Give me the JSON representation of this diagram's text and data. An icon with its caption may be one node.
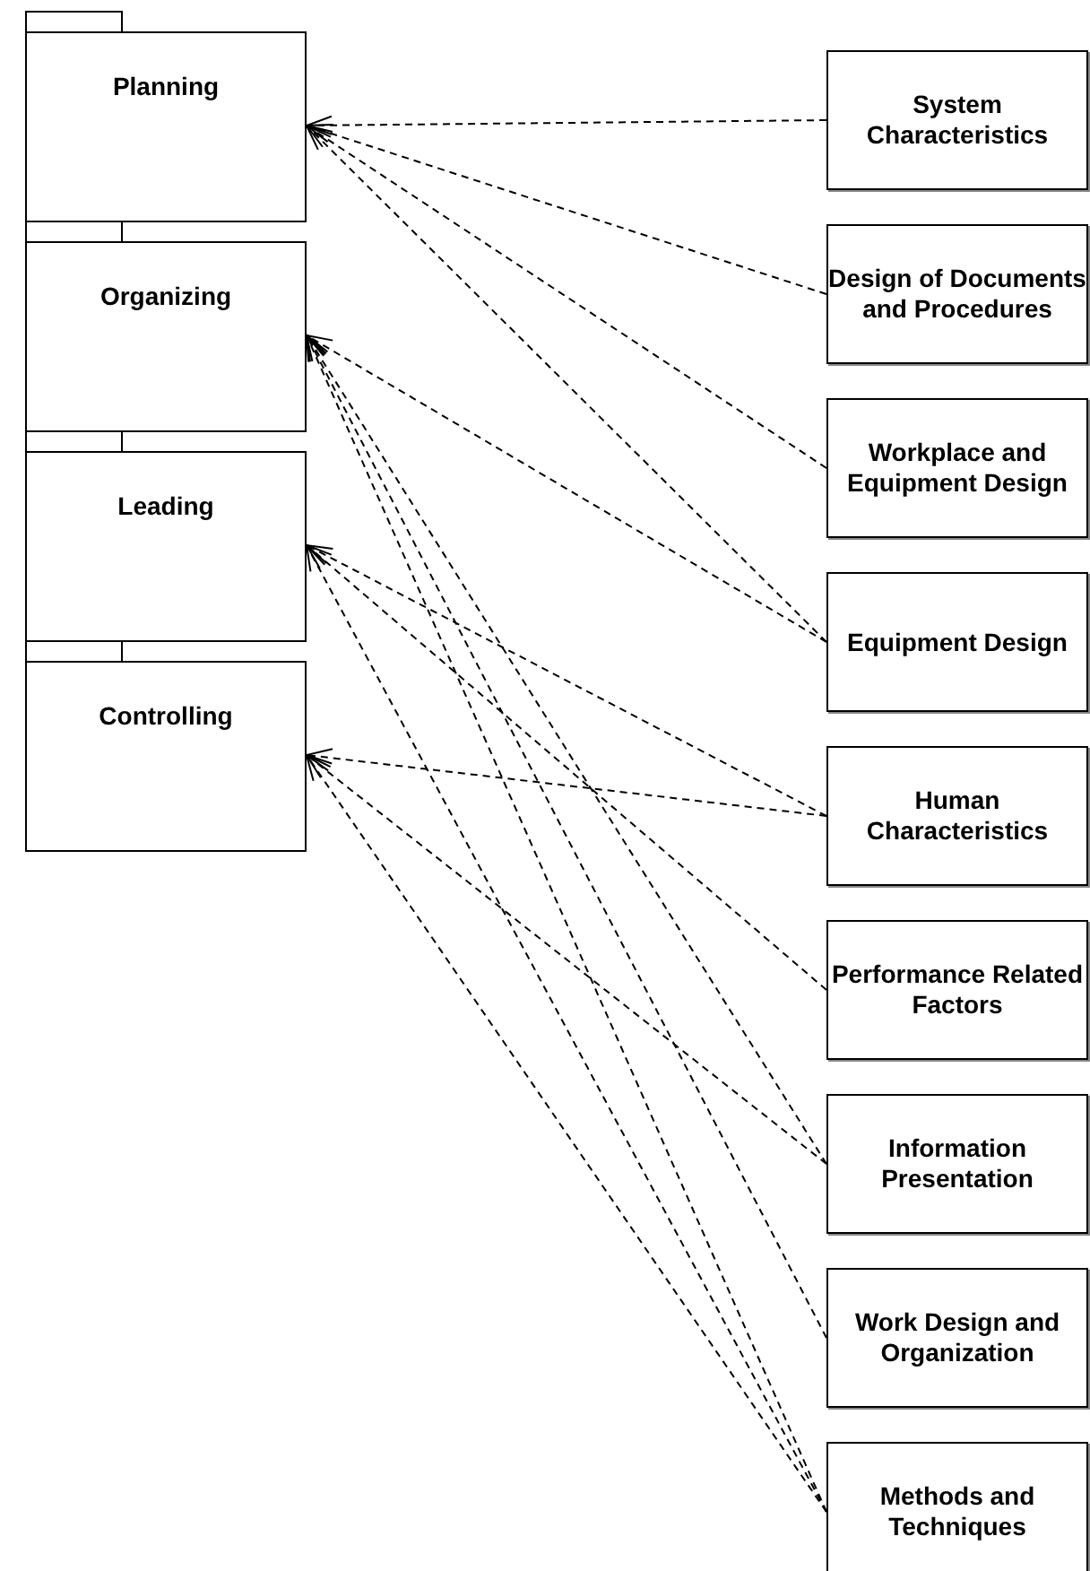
{
  "diagram": {
    "nodes": [
      {
        "text": [
          "Planning"
        ]
      },
      {
        "text": [
          "Organizing"
        ]
      },
      {
        "text": [
          "Leading"
        ]
      },
      {
        "text": [
          "Controlling"
        ]
      },
      {
        "text": [
          "System Characteristics"
        ]
      },
      {
        "text": [
          "Design of Documents and Procedures"
        ]
      },
      {
        "text": [
          "Workplace and Equipment Design"
        ]
      },
      {
        "text": [
          "Equipment Design"
        ]
      },
      {
        "text": [
          "Human Characteristics"
        ]
      },
      {
        "text": [
          "Performance Related Factors"
        ]
      },
      {
        "text": [
          "Information Presentation"
        ]
      },
      {
        "text": [
          "Work Design and Organization"
        ]
      },
      {
        "text": [
          "Methods and Techniques"
        ]
      }
    ],
    "edges": [
      {
        "from": 4,
        "to": 0,
        "arrow": "to",
        "style": "dashed"
      },
      {
        "from": 5,
        "to": 0,
        "arrow": "to",
        "style": "dashed"
      },
      {
        "from": 6,
        "to": 0,
        "arrow": "to",
        "style": "dashed"
      },
      {
        "from": 7,
        "to": 0,
        "arrow": "to",
        "style": "dashed"
      },
      {
        "from": 7,
        "to": 1,
        "arrow": "to",
        "style": "dashed"
      },
      {
        "from": 10,
        "to": 1,
        "arrow": "to",
        "style": "dashed"
      },
      {
        "from": 11,
        "to": 1,
        "arrow": "to",
        "style": "dashed"
      },
      {
        "from": 12,
        "to": 1,
        "arrow": "to",
        "style": "dashed"
      },
      {
        "from": 8,
        "to": 2,
        "arrow": "to",
        "style": "dashed"
      },
      {
        "from": 9,
        "to": 2,
        "arrow": "to",
        "style": "dashed"
      },
      {
        "from": 12,
        "to": 2,
        "arrow": "to",
        "style": "dashed"
      },
      {
        "from": 8,
        "to": 3,
        "arrow": "to",
        "style": "dashed"
      },
      {
        "from": 10,
        "to": 3,
        "arrow": "to",
        "style": "dashed"
      },
      {
        "from": 12,
        "to": 3,
        "arrow": "to",
        "style": "dashed"
      }
    ]
  }
}
